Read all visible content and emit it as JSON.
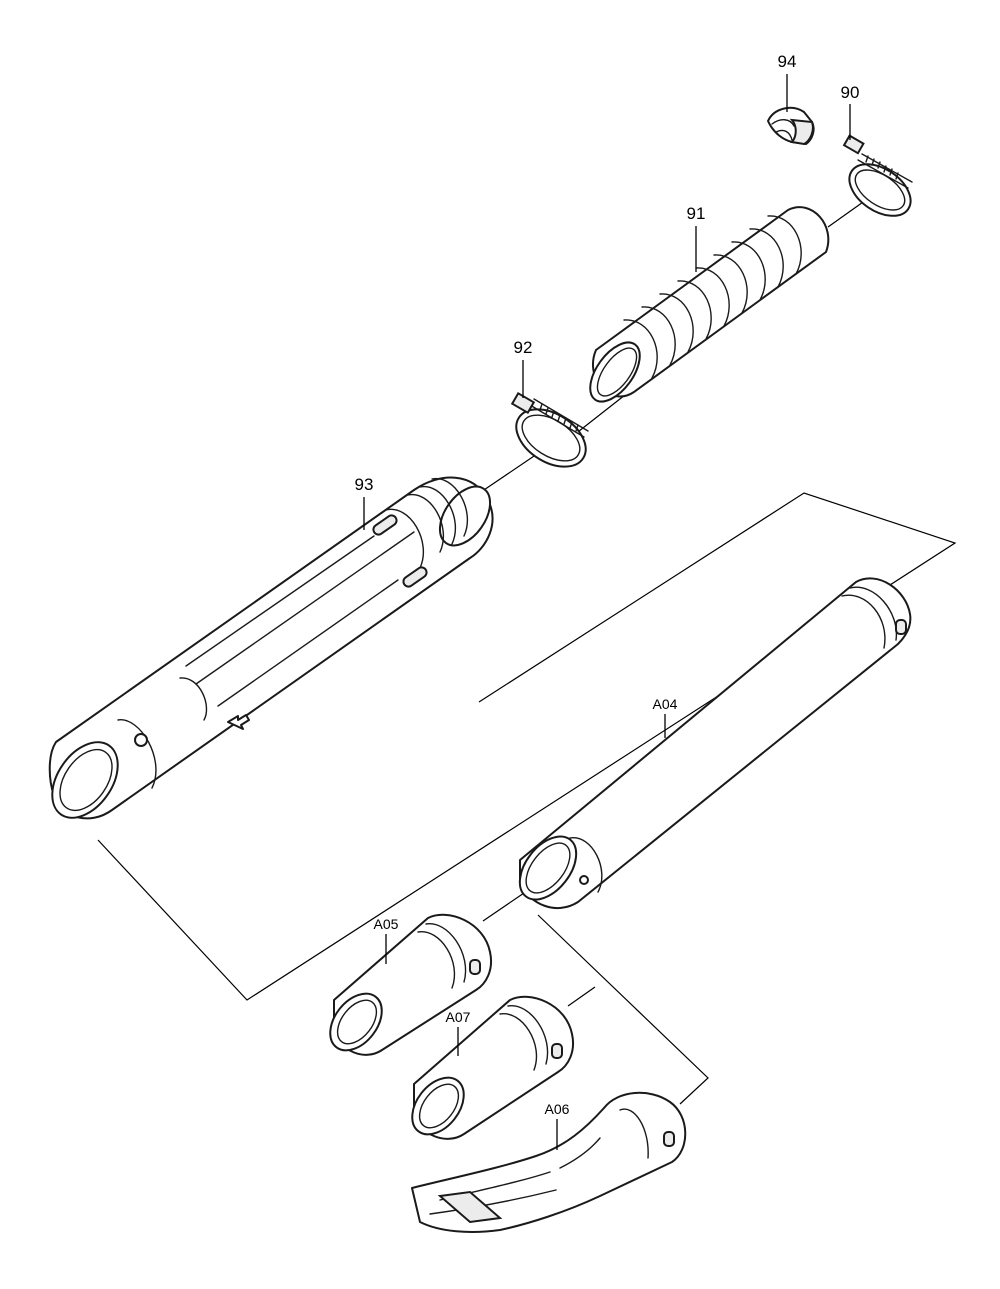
{
  "diagram": {
    "callouts": {
      "p94": "94",
      "p90": "90",
      "p91": "91",
      "p92": "92",
      "p93": "93",
      "a04": "A04",
      "a05": "A05",
      "a07": "A07",
      "a06": "A06"
    },
    "parts": [
      {
        "ref": "94",
        "name": "clip"
      },
      {
        "ref": "90",
        "name": "hose band"
      },
      {
        "ref": "91",
        "name": "flexible hose"
      },
      {
        "ref": "92",
        "name": "hose band"
      },
      {
        "ref": "93",
        "name": "pipe"
      },
      {
        "ref": "A04",
        "name": "extension pipe"
      },
      {
        "ref": "A05",
        "name": "nozzle"
      },
      {
        "ref": "A07",
        "name": "nozzle"
      },
      {
        "ref": "A06",
        "name": "flat nozzle"
      }
    ]
  }
}
